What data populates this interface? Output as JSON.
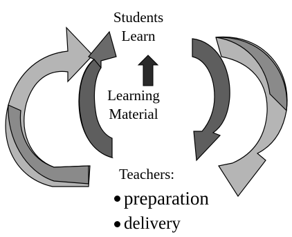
{
  "top_label": {
    "line1": "Students",
    "line2": "Learn"
  },
  "center_label": {
    "line1": "Learning",
    "line2": "Material"
  },
  "bottom_label": {
    "heading": "Teachers:",
    "bullets": [
      "preparation",
      "delivery"
    ]
  },
  "colors": {
    "light_arrow": "#b5b5b5",
    "mid_arrow": "#8a8a8a",
    "dark_arrow": "#5e5e5e",
    "center_arrow": "#2a2a2a",
    "outline": "#000000"
  }
}
